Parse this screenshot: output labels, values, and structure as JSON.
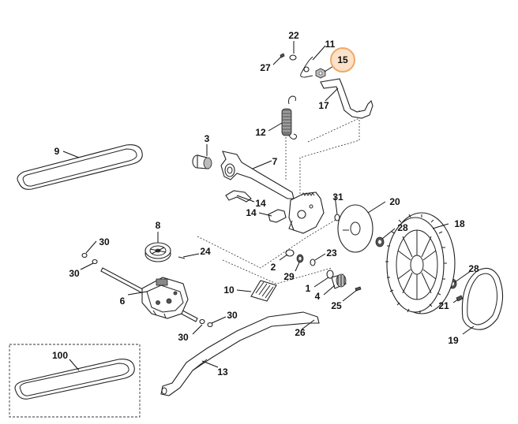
{
  "callouts": {
    "c1": "1",
    "c2": "2",
    "c3": "3",
    "c4": "4",
    "c6": "6",
    "c7": "7",
    "c8": "8",
    "c9": "9",
    "c10": "10",
    "c11": "11",
    "c12": "12",
    "c13": "13",
    "c14a": "14",
    "c14b": "14",
    "c15": "15",
    "c17": "17",
    "c18": "18",
    "c19": "19",
    "c20": "20",
    "c21": "21",
    "c22": "22",
    "c23": "23",
    "c24": "24",
    "c25": "25",
    "c26": "26",
    "c27": "27",
    "c28a": "28",
    "c28b": "28",
    "c29": "29",
    "c30a": "30",
    "c30b": "30",
    "c30c": "30",
    "c30d": "30",
    "c31": "31",
    "c100": "100"
  },
  "highlight": {
    "part": "15",
    "color": "#f0a868",
    "fill": "#fbe2c8"
  }
}
